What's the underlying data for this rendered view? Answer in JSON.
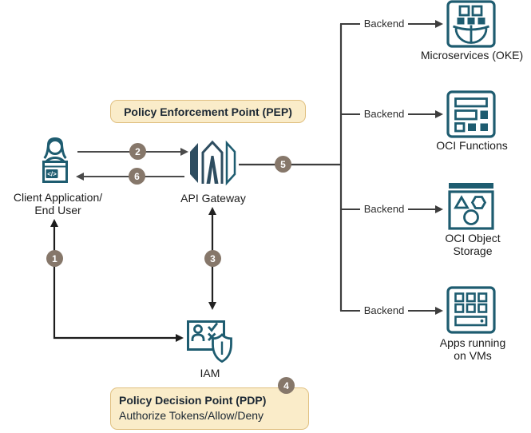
{
  "diagram": {
    "pep": {
      "title": "Policy Enforcement Point (PEP)"
    },
    "pdp": {
      "title": "Policy Decision Point (PDP)",
      "subtitle": "Authorize Tokens/Allow/Deny"
    },
    "client": {
      "label_lines": [
        "Client Application/",
        "End User"
      ],
      "icon": "client-user-icon"
    },
    "gateway": {
      "label": "API Gateway",
      "icon": "api-gateway-icon"
    },
    "iam": {
      "label": "IAM",
      "icon": "iam-shield-icon"
    },
    "steps": [
      "1",
      "2",
      "3",
      "4",
      "5",
      "6"
    ],
    "backends": [
      {
        "connector_label": "Backend",
        "label_lines": [
          "Microservices (OKE)"
        ],
        "icon": "microservices-oke-icon"
      },
      {
        "connector_label": "Backend",
        "label_lines": [
          "OCI Functions"
        ],
        "icon": "oci-functions-icon"
      },
      {
        "connector_label": "Backend",
        "label_lines": [
          "OCI Object",
          "Storage"
        ],
        "icon": "oci-object-storage-icon"
      },
      {
        "connector_label": "Backend",
        "label_lines": [
          "Apps running",
          "on VMs"
        ],
        "icon": "apps-on-vms-icon"
      }
    ],
    "colors": {
      "icon-teal": "#1E5C70",
      "icon-dark": "#2E4D60",
      "box-bg": "#FAECC9",
      "box-border": "#E0C081",
      "box-text": "#1B2733",
      "step-bg": "#86776A",
      "step-text": "#FFFFFF",
      "connector": "#3D3D3D",
      "label-text": "#1B1B1B"
    }
  }
}
